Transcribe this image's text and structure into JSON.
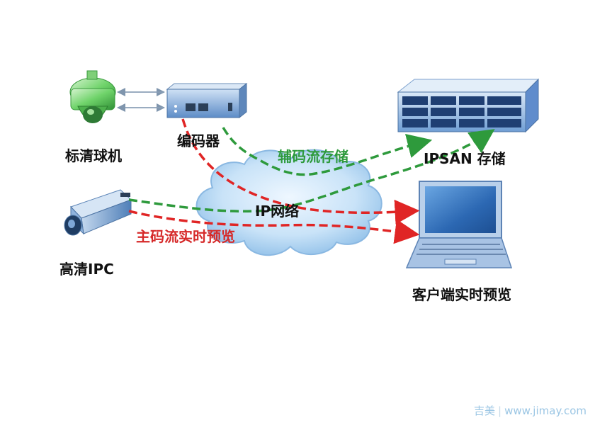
{
  "devices": {
    "dome_camera": "标清球机",
    "encoder": "编码器",
    "hd_ipc": "高清IPC",
    "storage": "IPSAN 存储",
    "client": "客户端实时预览",
    "network": "IP网络"
  },
  "flows": {
    "sub_stream": "辅码流存储",
    "main_stream": "主码流实时预览"
  },
  "colors": {
    "sub_stream": "#2e9a3c",
    "main_stream": "#e02525",
    "cloud": "#9cc9ee",
    "device_blue": "#3f78b7"
  },
  "watermark": {
    "brand": "吉美",
    "site": "www.jimay.com"
  }
}
